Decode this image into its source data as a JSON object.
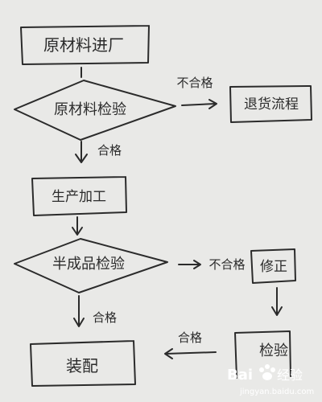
{
  "flowchart": {
    "nodes": {
      "raw_material_in": "原材料进厂",
      "raw_material_check": "原材料检验",
      "return_process": "退货流程",
      "production": "生产加工",
      "semi_check": "半成品检验",
      "repair": "修正",
      "recheck": "检验",
      "assembly": "装配"
    },
    "edge_labels": {
      "fail": "不合格",
      "pass_raw": "合格",
      "fail_semi": "不合格",
      "pass_semi": "合格",
      "pass_recheck": "合格"
    }
  },
  "watermark": {
    "brand": "Bai",
    "brand_suffix": "经验",
    "url": "jingyan.baidu.com"
  }
}
